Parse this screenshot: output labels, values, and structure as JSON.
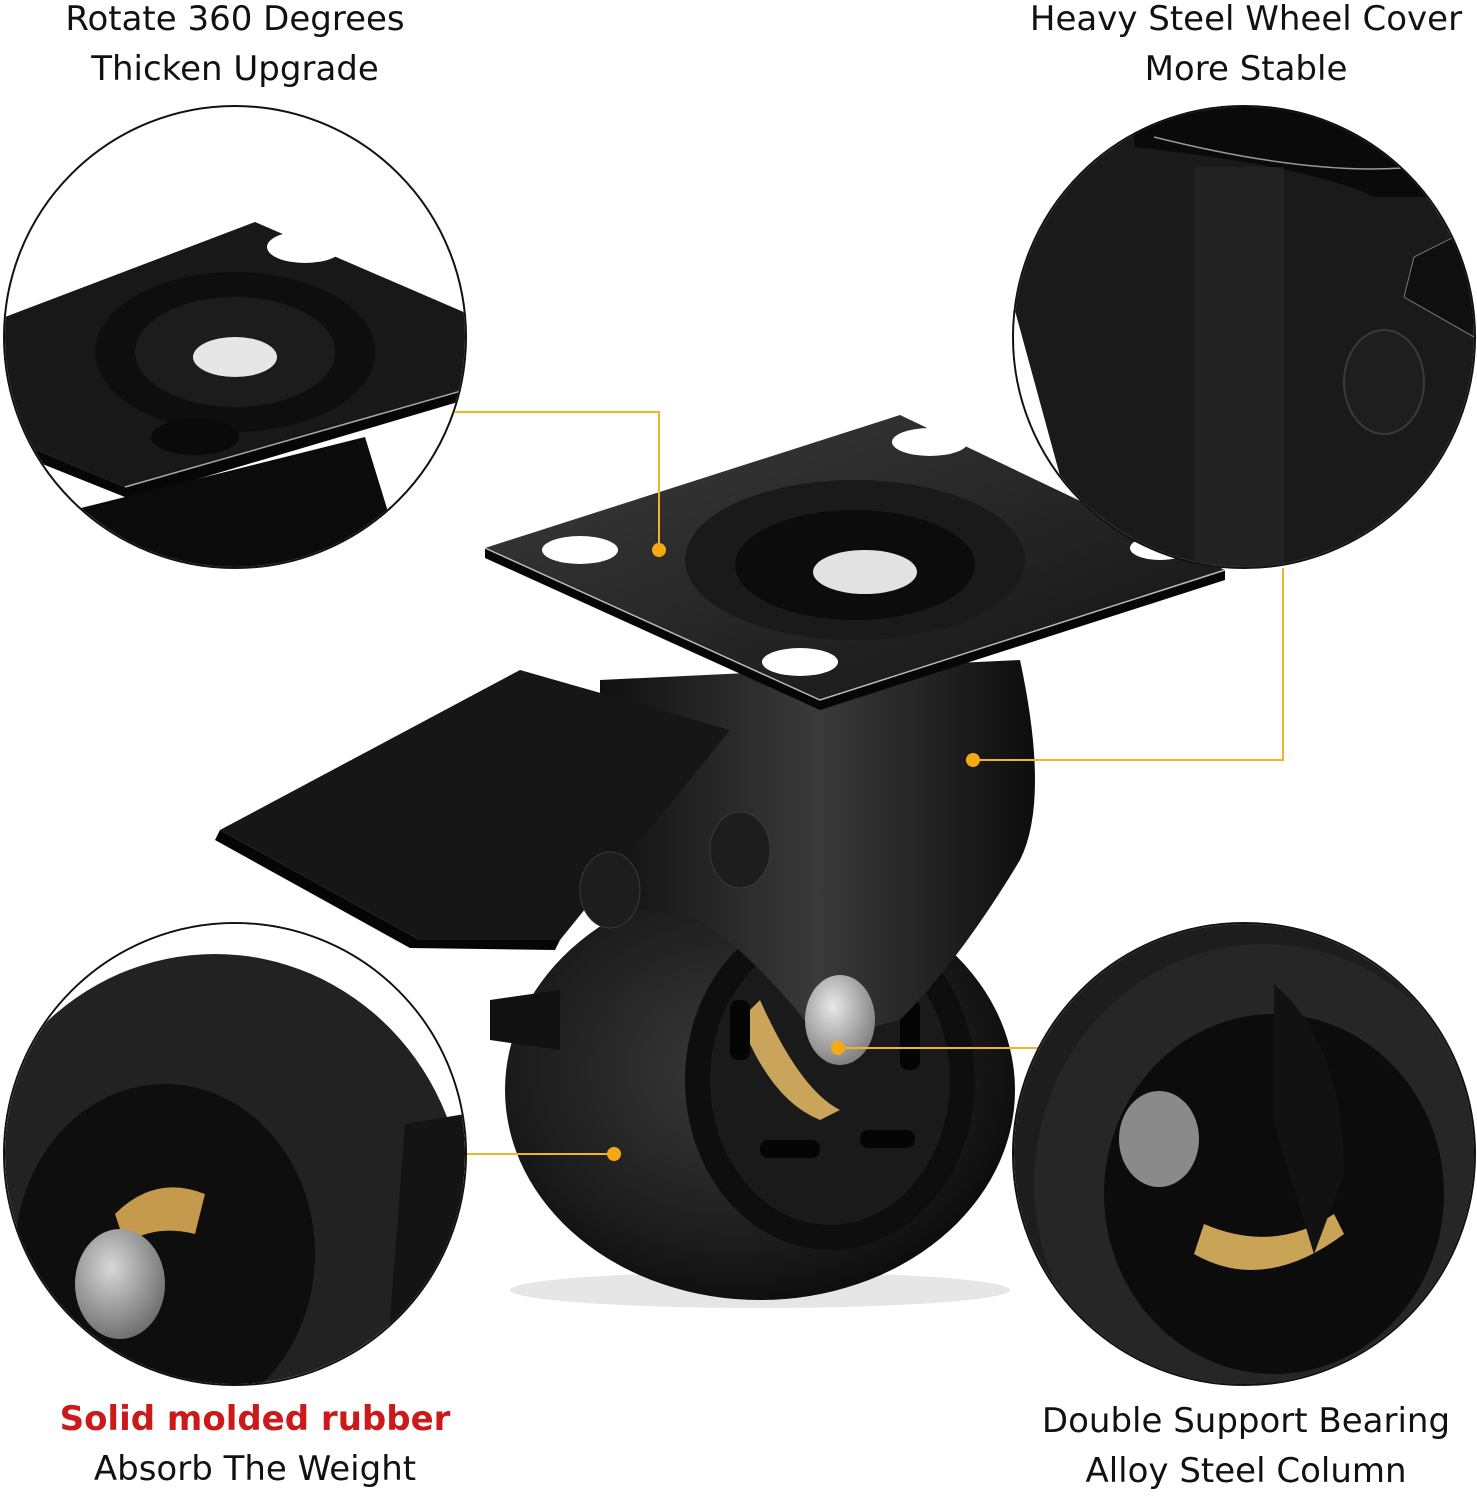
{
  "features": {
    "top_left": {
      "line1": "Rotate 360 Degrees",
      "line2": "Thicken Upgrade"
    },
    "top_right": {
      "line1": "Heavy Steel Wheel Cover",
      "line2": "More Stable"
    },
    "bottom_left": {
      "line1": "Solid molded rubber",
      "line2": "Absorb The Weight"
    },
    "bottom_right": {
      "line1": "Double Support Bearing",
      "line2": "Alloy Steel Column"
    }
  },
  "colors": {
    "accent_callout": "#f5a912",
    "highlight_text": "#cc1a1a",
    "product_black": "#141414"
  },
  "product": {
    "name_icon": "swivel-caster-wheel-with-brake"
  }
}
